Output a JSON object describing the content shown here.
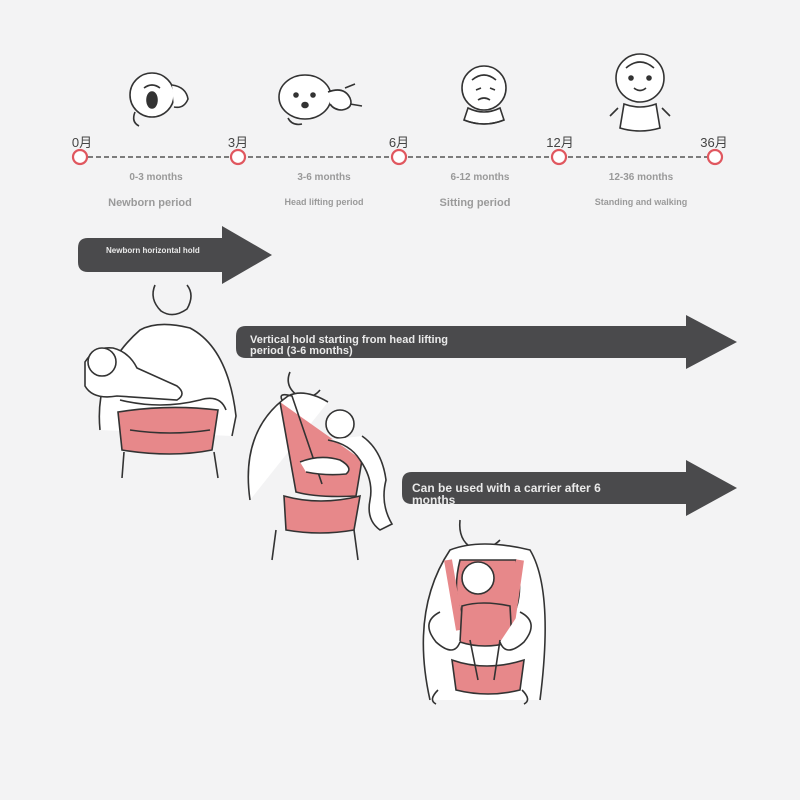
{
  "timeline": {
    "months": [
      "0月",
      "3月",
      "6月",
      "12月",
      "36月"
    ],
    "ranges": [
      "0-3 months",
      "3-6 months",
      "6-12 months",
      "12-36 months"
    ],
    "stages": [
      "Newborn period",
      "Head lifting period",
      "Sitting period",
      "Standing and walking"
    ],
    "marker_color": "#e0575f",
    "line_color": "#555555"
  },
  "arrows": {
    "newborn": "Newborn horizontal hold",
    "vertical": "Vertical hold starting from head lifting period (3-6 months)",
    "carrier": "Can be used with a carrier after 6 months",
    "arrow_color": "#4a4a4c"
  },
  "figures": {
    "seat_color": "#e7888a",
    "outline_color": "#333333"
  }
}
